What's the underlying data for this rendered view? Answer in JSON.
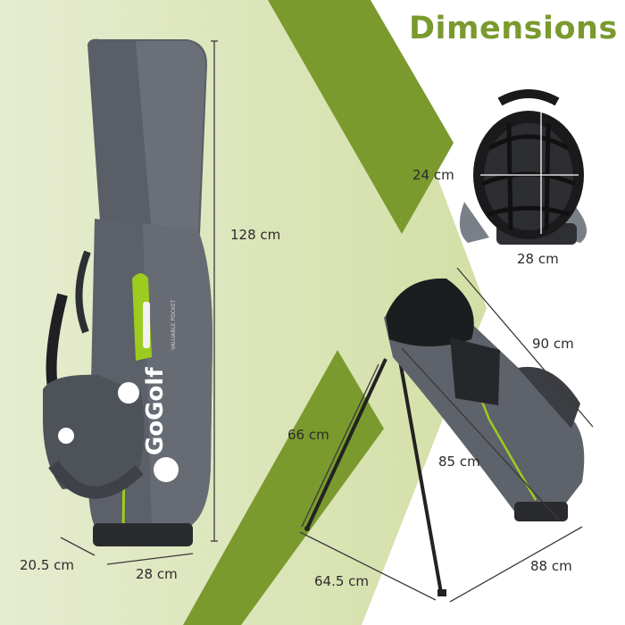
{
  "title": "Dimensions",
  "colors": {
    "accent": "#7a9a2e",
    "bag_gray": "#5c6068",
    "lime": "#9ccc1f"
  },
  "bag": {
    "brand": "GoGolf",
    "pocket_text": "VALUABLE POCKET"
  },
  "dimensions": {
    "height": "128 cm",
    "base_depth": "20.5 cm",
    "base_width": "28 cm",
    "top_depth": "24 cm",
    "top_width": "28 cm",
    "diagonal_length": "90 cm",
    "body_length": "85 cm",
    "leg_height": "66 cm",
    "leg_spread": "64.5 cm",
    "total_length": "88 cm"
  }
}
